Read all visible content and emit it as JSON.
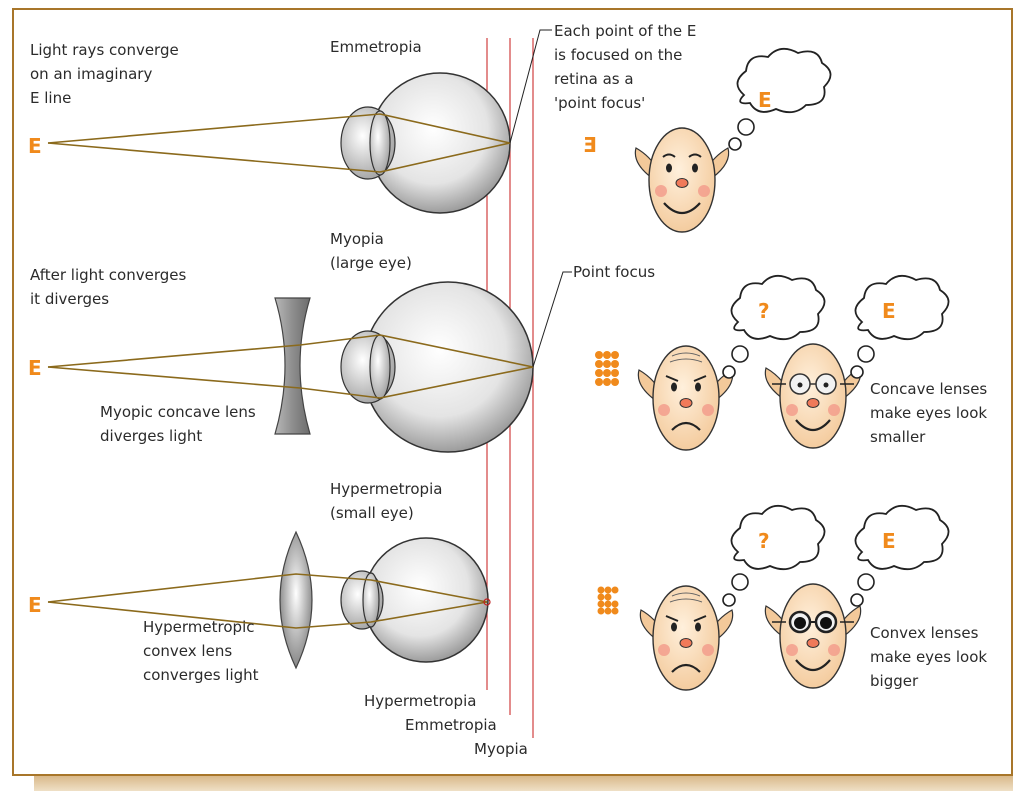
{
  "emmetropia": {
    "title": "Emmetropia",
    "caption_lines": [
      "Light rays converge",
      "on an imaginary",
      "E line"
    ],
    "callout_lines": [
      "Each point of the E",
      "is focused on the",
      "retina as a",
      "'point focus'"
    ],
    "target": "E",
    "perceived": "E",
    "thought": "E"
  },
  "myopia": {
    "title_lines": [
      "Myopia",
      "(large eye)"
    ],
    "caption_lines": [
      "After light converges",
      "it diverges"
    ],
    "lens_caption_lines": [
      "Myopic concave lens",
      "diverges light"
    ],
    "callout": "Point focus",
    "target": "E",
    "thought_without_lens": "?",
    "thought_with_lens": "E",
    "note_lines": [
      "Concave lenses",
      "make eyes look",
      "smaller"
    ]
  },
  "hypermetropia": {
    "title_lines": [
      "Hypermetropia",
      "(small eye)"
    ],
    "lens_caption_lines": [
      "Hypermetropic",
      "convex lens",
      "converges light"
    ],
    "target": "E",
    "thought_without_lens": "?",
    "thought_with_lens": "E",
    "note_lines": [
      "Convex lenses",
      "make eyes look",
      "bigger"
    ]
  },
  "retina_lines": [
    "Hypermetropia",
    "Emmetropia",
    "Myopia"
  ],
  "colors": {
    "ray": "#8b6a1c",
    "retina_line": "#d04040",
    "letter": "#f08a1c",
    "frame": "#a8762a"
  }
}
